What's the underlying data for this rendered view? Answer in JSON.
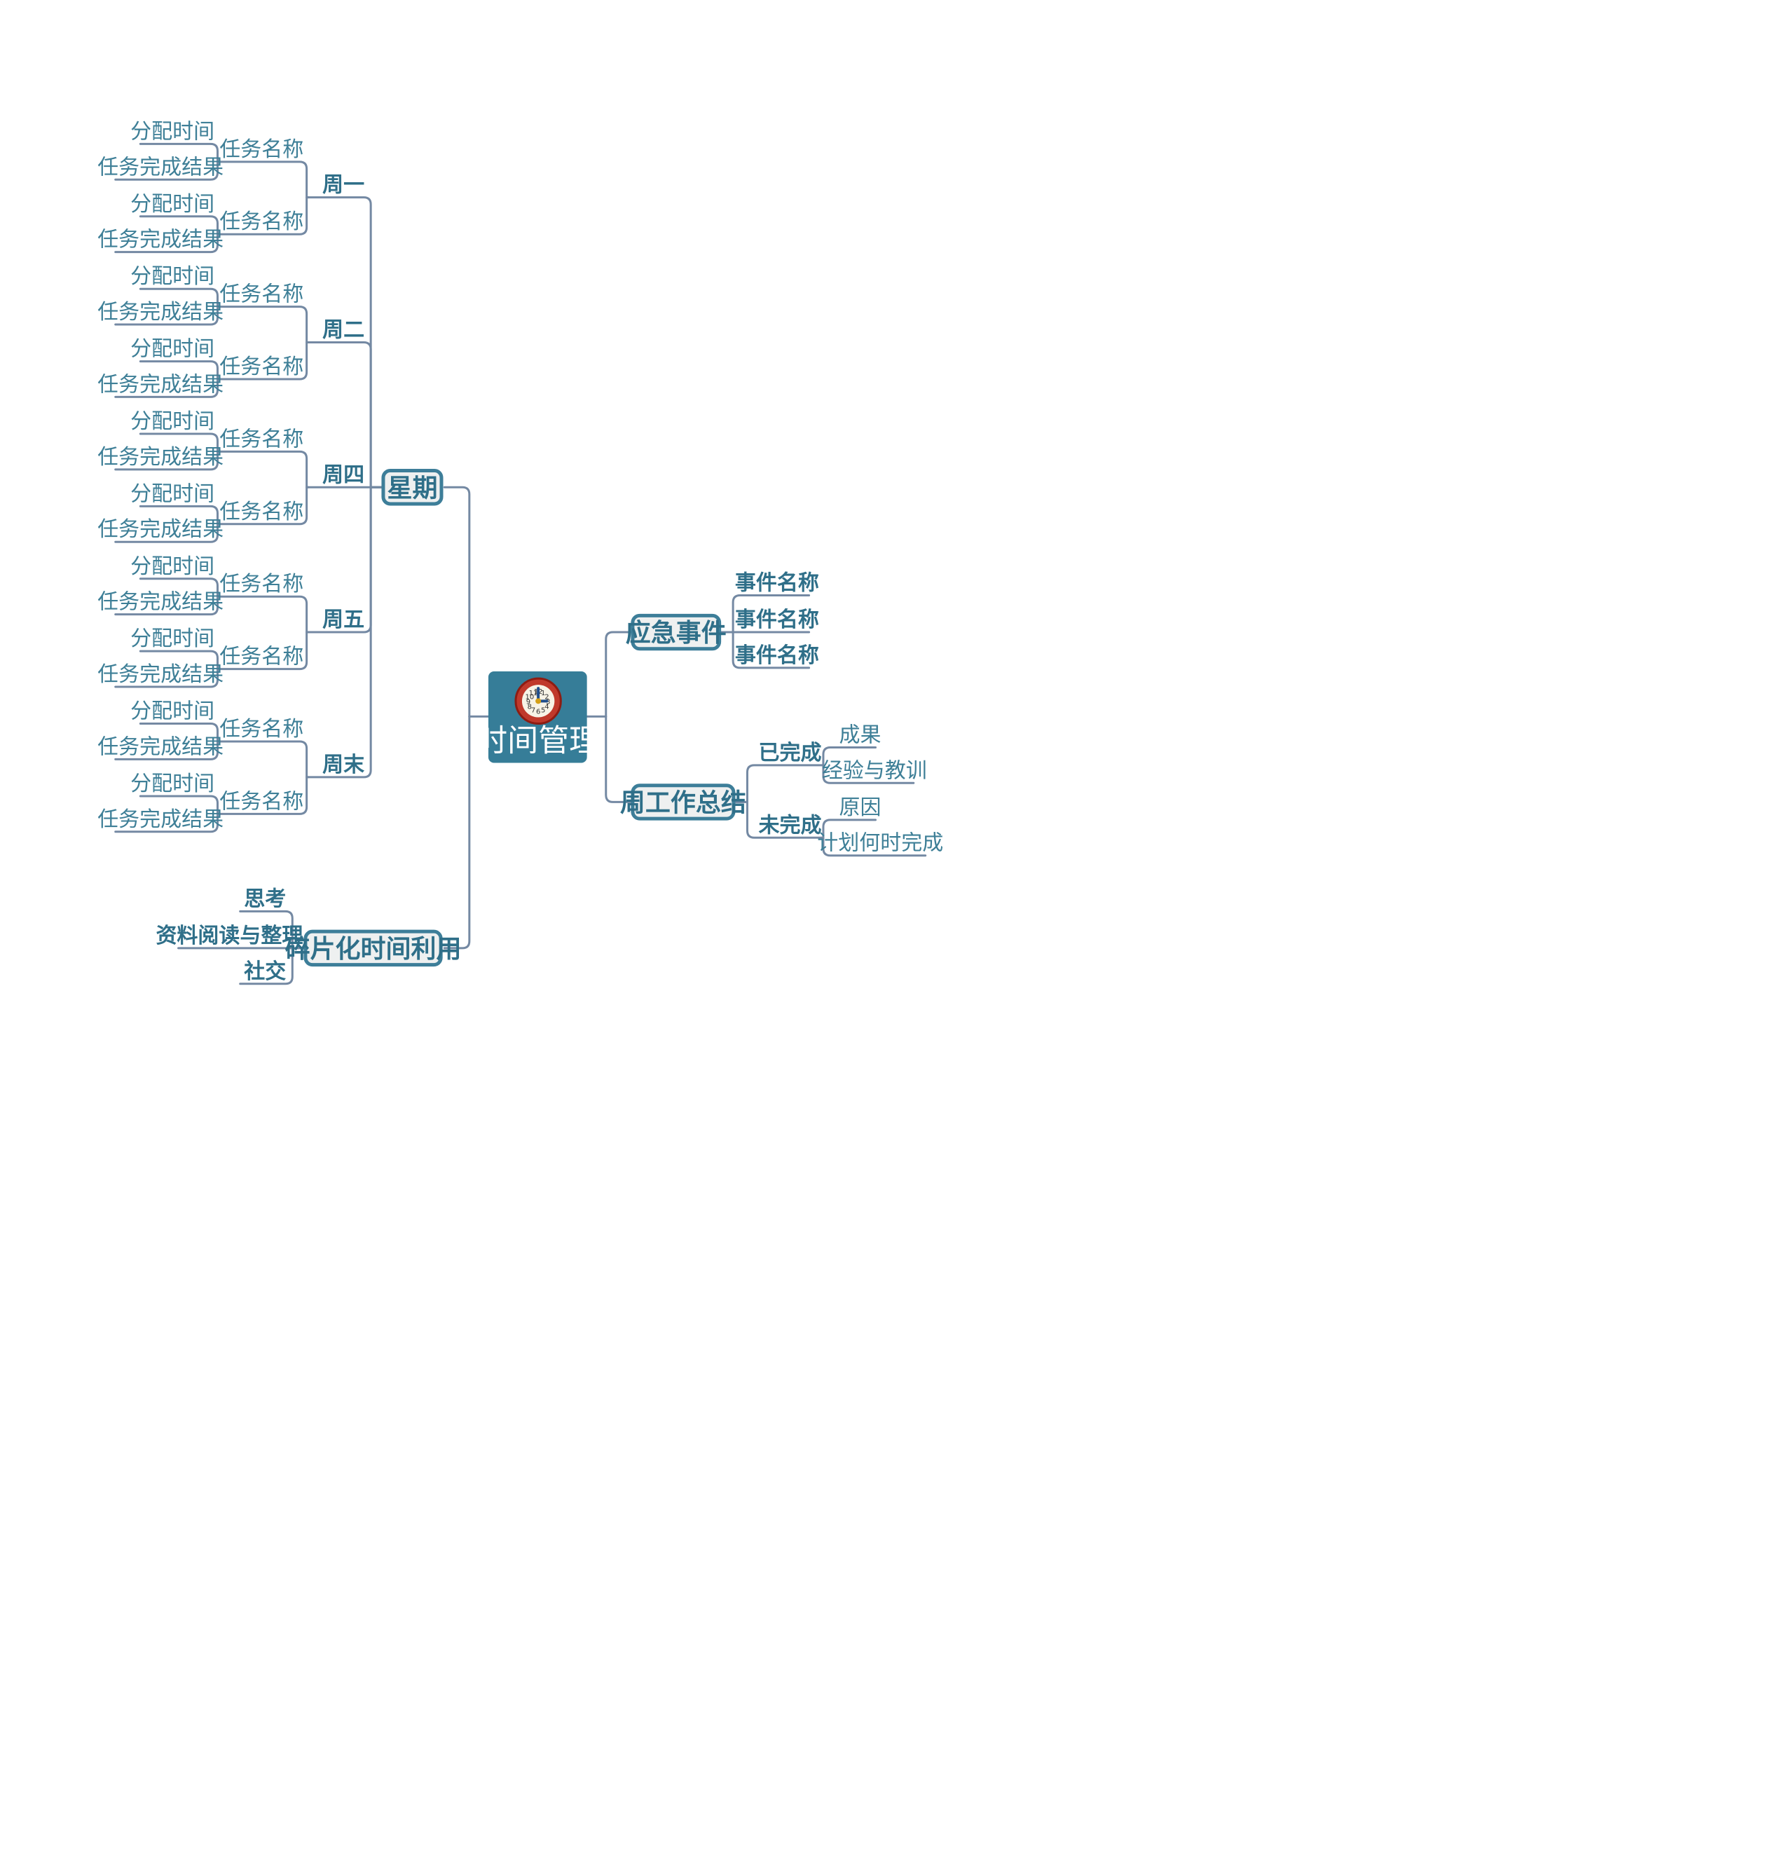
{
  "central": {
    "title": "时间管理",
    "icon": "clock-icon"
  },
  "week": {
    "title": "星期",
    "days": [
      {
        "label": "周一",
        "tasks": [
          {
            "name": "任务名称",
            "time": "分配时间",
            "result": "任务完成结果"
          },
          {
            "name": "任务名称",
            "time": "分配时间",
            "result": "任务完成结果"
          }
        ]
      },
      {
        "label": "周二",
        "tasks": [
          {
            "name": "任务名称",
            "time": "分配时间",
            "result": "任务完成结果"
          },
          {
            "name": "任务名称",
            "time": "分配时间",
            "result": "任务完成结果"
          }
        ]
      },
      {
        "label": "周四",
        "tasks": [
          {
            "name": "任务名称",
            "time": "分配时间",
            "result": "任务完成结果"
          },
          {
            "name": "任务名称",
            "time": "分配时间",
            "result": "任务完成结果"
          }
        ]
      },
      {
        "label": "周五",
        "tasks": [
          {
            "name": "任务名称",
            "time": "分配时间",
            "result": "任务完成结果"
          },
          {
            "name": "任务名称",
            "time": "分配时间",
            "result": "任务完成结果"
          }
        ]
      },
      {
        "label": "周末",
        "tasks": [
          {
            "name": "任务名称",
            "time": "分配时间",
            "result": "任务完成结果"
          },
          {
            "name": "任务名称",
            "time": "分配时间",
            "result": "任务完成结果"
          }
        ]
      }
    ]
  },
  "fragment": {
    "title": "碎片化时间利用",
    "items": [
      "思考",
      "资料阅读与整理",
      "社交"
    ]
  },
  "emergency": {
    "title": "应急事件",
    "items": [
      "事件名称",
      "事件名称",
      "事件名称"
    ]
  },
  "summary": {
    "title": "周工作总结",
    "groups": [
      {
        "label": "已完成",
        "items": [
          "成果",
          "经验与教训"
        ]
      },
      {
        "label": "未完成",
        "items": [
          "原因",
          "计划何时完成"
        ]
      }
    ]
  },
  "colors": {
    "line": "#7489a3",
    "text": "#3e7f97",
    "box_border": "#3d7e99",
    "box_fill": "#eef0f0",
    "root": "#367d98"
  }
}
